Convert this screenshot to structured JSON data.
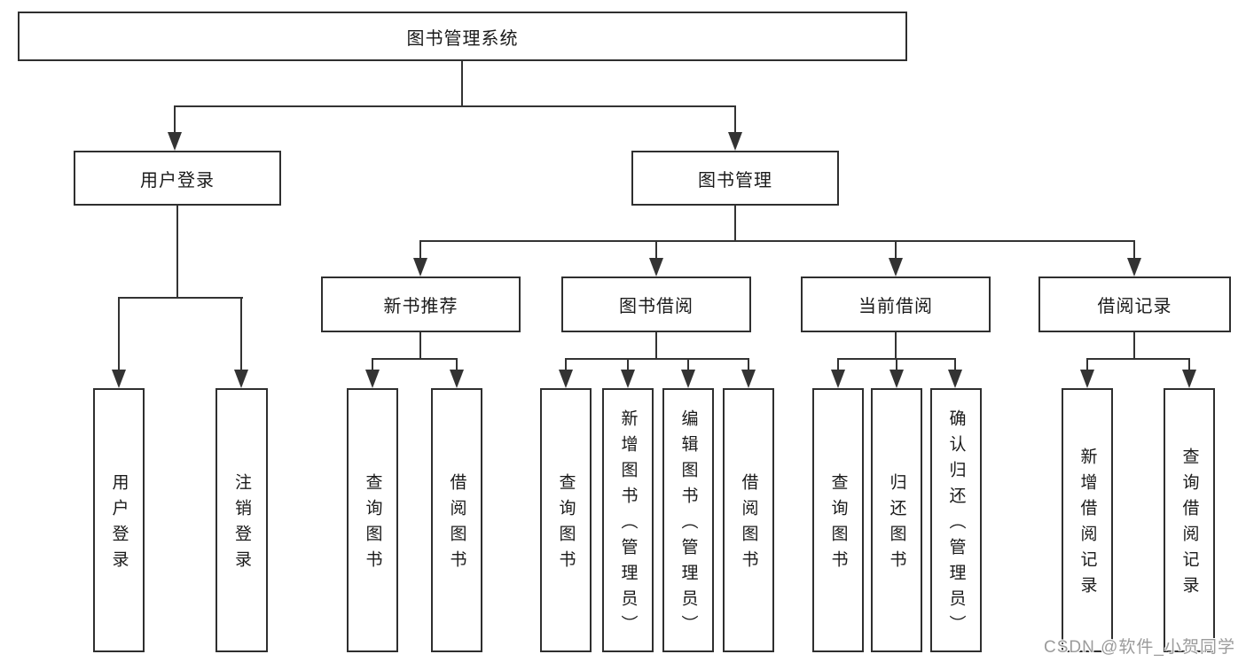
{
  "nodes": {
    "root": "图书管理系统",
    "user_login": "用户登录",
    "book_mgmt": "图书管理",
    "new_book_rec": "新书推荐",
    "book_borrow": "图书借阅",
    "current_borrow": "当前借阅",
    "borrow_record": "借阅记录",
    "ul_login": "用户登录",
    "ul_logout": "注销登录",
    "nbr_query": "查询图书",
    "nbr_borrow": "借阅图书",
    "bb_query": "查询图书",
    "bb_add": "新增图书（管理员）",
    "bb_edit": "编辑图书（管理员）",
    "bb_borrow": "借阅图书",
    "cb_query": "查询图书",
    "cb_return": "归还图书",
    "cb_confirm": "确认归还（管理员）",
    "br_add": "新增借阅记录",
    "br_query": "查询借阅记录"
  },
  "watermark": "CSDN @软件_小贺同学",
  "colors": {
    "line": "#333333",
    "box_border": "#2f2f2f",
    "text": "#1a1a1a",
    "background": "#ffffff",
    "watermark": "#9b9b9b"
  }
}
